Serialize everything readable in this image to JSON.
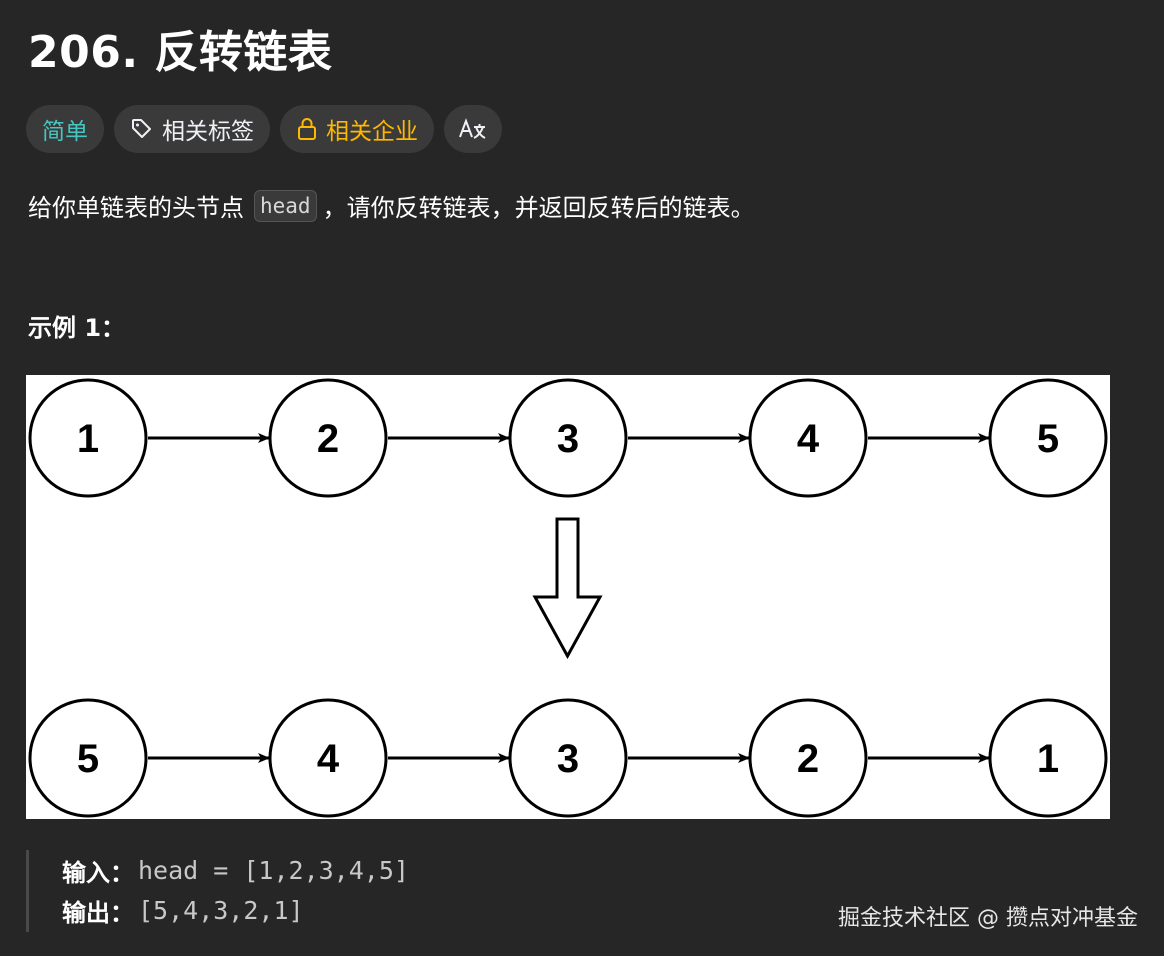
{
  "problem": {
    "title": "206. 反转链表",
    "tags": {
      "difficulty": "简单",
      "related_topics": "相关标签",
      "related_companies": "相关企业",
      "translate_icon": "Aa-translate-icon"
    },
    "description_before": "给你单链表的头节点",
    "description_code": "head",
    "description_after": "，请你反转链表，并返回反转后的链表。"
  },
  "example": {
    "title": "示例 1：",
    "figure": {
      "top_list": [
        "1",
        "2",
        "3",
        "4",
        "5"
      ],
      "bottom_list": [
        "5",
        "4",
        "3",
        "2",
        "1"
      ]
    },
    "input_label": "输入：",
    "input_value": "head = [1,2,3,4,5]",
    "output_label": "输出：",
    "output_value": "[5,4,3,2,1]"
  },
  "colors": {
    "background": "#262626",
    "easy": "#46c6c2",
    "company": "#ffb800",
    "tag_bg": "#3a3a3a"
  },
  "watermark": "掘金技术社区 @ 攒点对冲基金"
}
